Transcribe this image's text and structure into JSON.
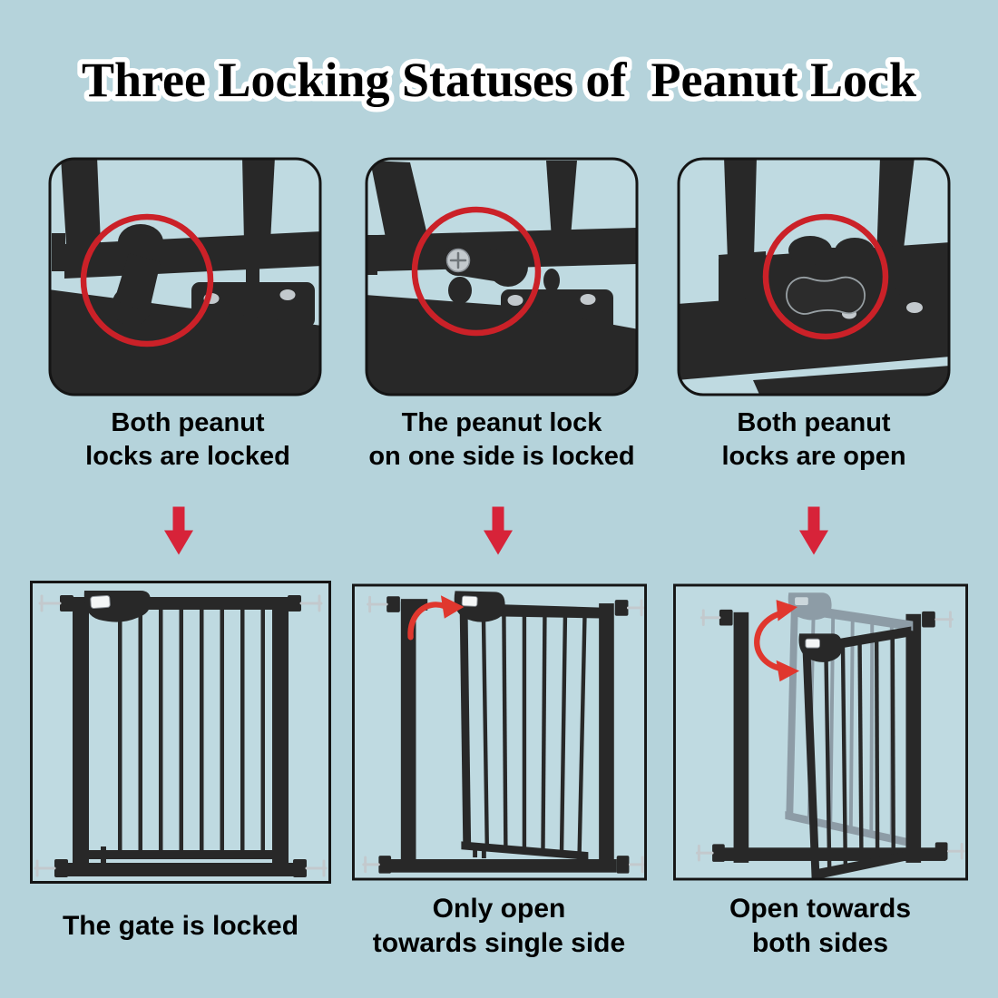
{
  "title": "Three Locking Statuses of  Peanut Lock",
  "colors": {
    "background": "#b5d3db",
    "panel_background": "#bfdae1",
    "frame_border": "#151515",
    "gate_black": "#282828",
    "ghost_gate": "#8d9ca6",
    "silver": "#c3c9cd",
    "highlight_circle_red": "#cb2128",
    "down_arrow_red": "#d72339",
    "curved_arrow_red": "#e0372e",
    "text": "#000000",
    "title_outline": "#ffffff"
  },
  "columns": [
    {
      "status_photo": "both-peanut-locks-locked",
      "status_caption_line1": "Both peanut",
      "status_caption_line2": "locks are locked",
      "result_diagram": "gate-locked",
      "result_caption_line1": "The gate is locked",
      "result_caption_line2": ""
    },
    {
      "status_photo": "peanut-lock-one-side-locked",
      "status_caption_line1": "The peanut lock",
      "status_caption_line2": "on one side is locked",
      "result_diagram": "gate-open-single-side",
      "result_caption_line1": "Only open",
      "result_caption_line2": "towards single side"
    },
    {
      "status_photo": "both-peanut-locks-open",
      "status_caption_line1": "Both peanut",
      "status_caption_line2": "locks are open",
      "result_diagram": "gate-open-both-sides",
      "result_caption_line1": "Open towards",
      "result_caption_line2": "both sides"
    }
  ]
}
